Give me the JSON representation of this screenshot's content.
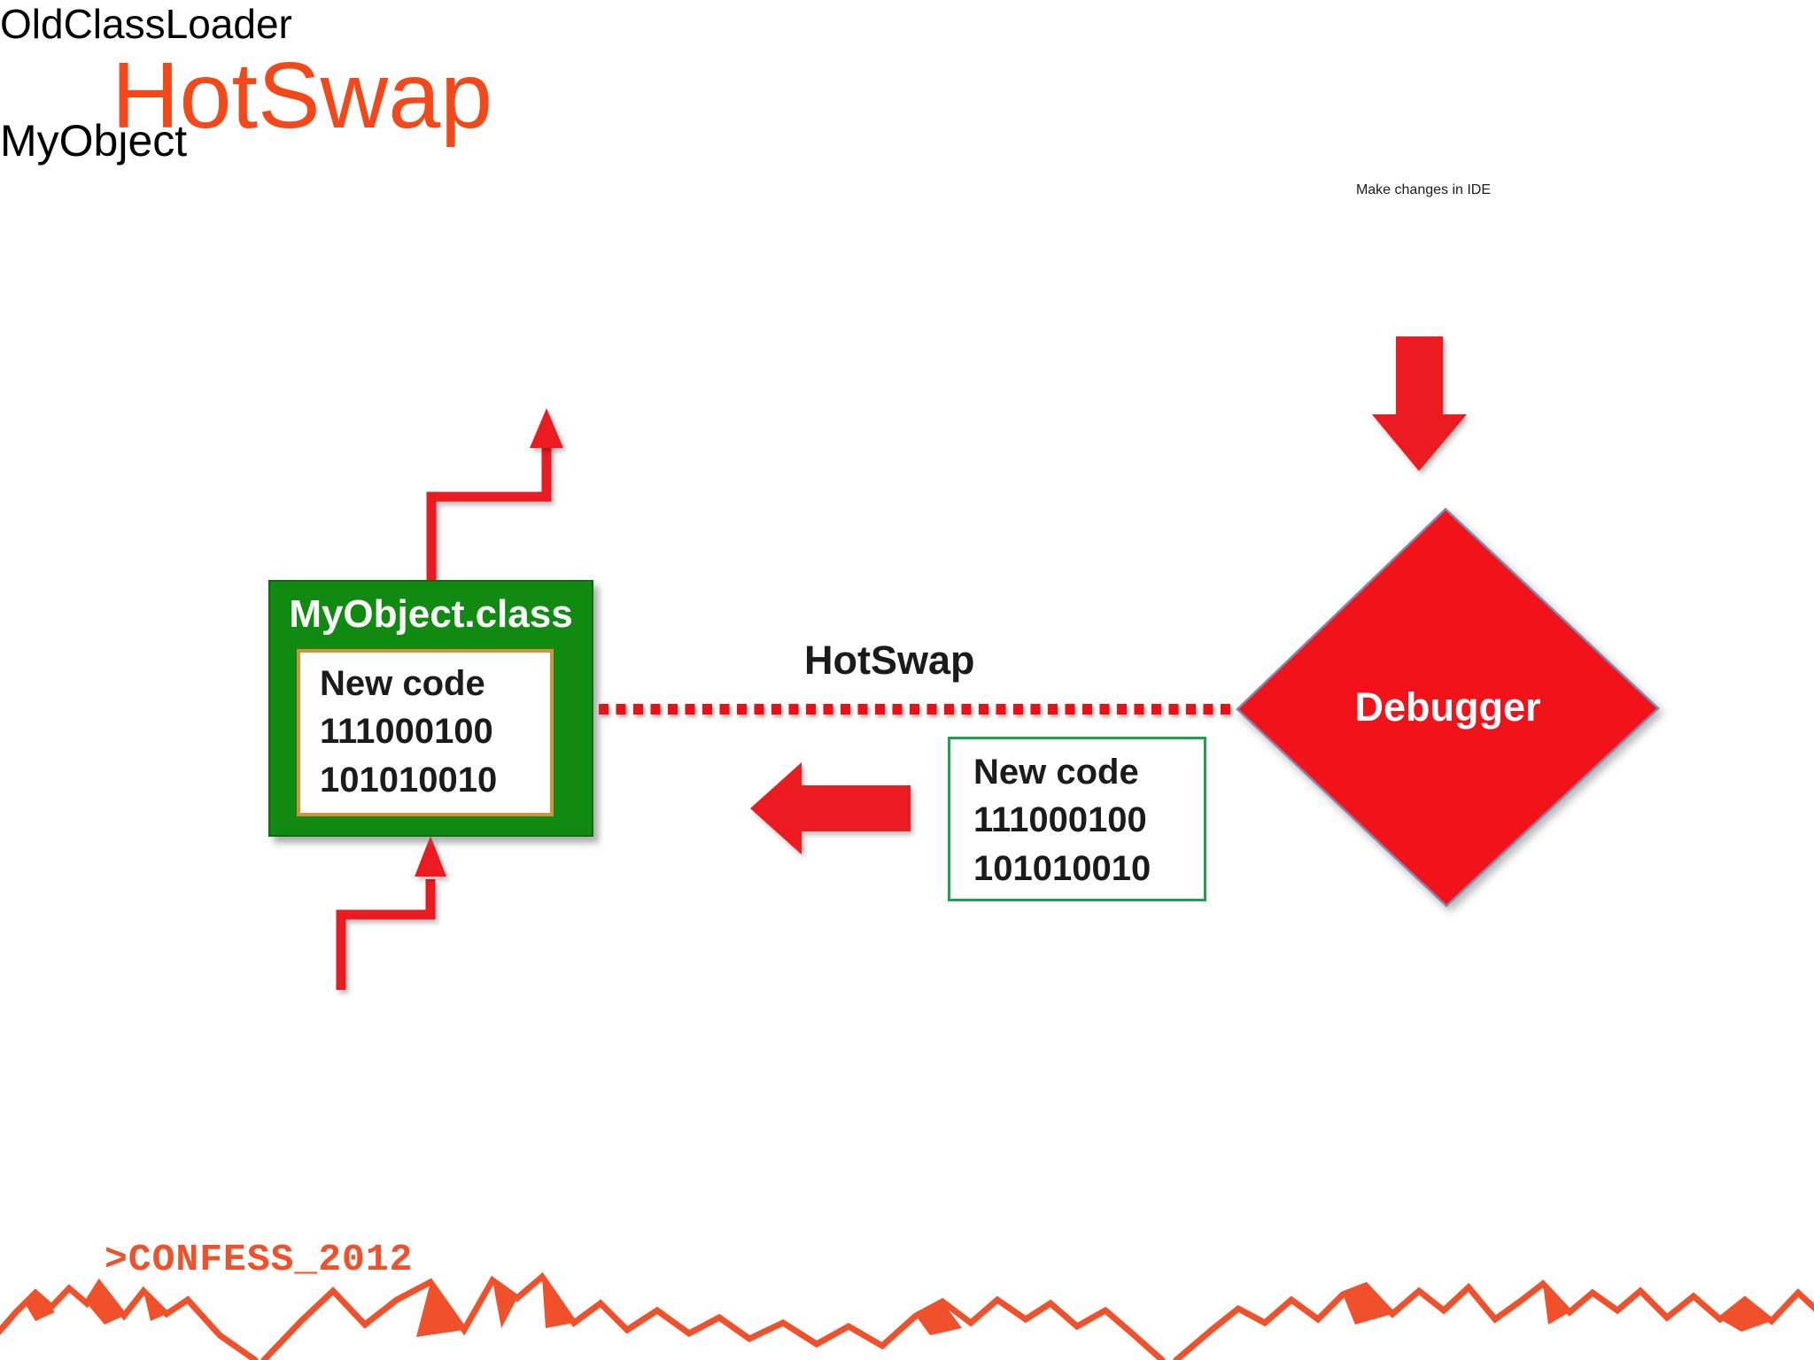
{
  "slide": {
    "title": "HotSwap",
    "colors": {
      "title-orange": "#f4481a",
      "box-green": "#118a12",
      "box-green-border": "#0a6e0b",
      "inner-border-tan": "#d2913c",
      "code-border-green": "#1ca24c",
      "arrow-red": "#ec1b21",
      "dash-red": "#ee0f14",
      "diamond-red": "#f2121a",
      "diamond-border": "#8585ad",
      "footer-orange": "#f0502a",
      "text-black": "#1b1b1b",
      "text-white": "#ffffff"
    }
  },
  "annotations": {
    "make_changes_label": "Make changes in IDE",
    "hotswap_label": "HotSwap"
  },
  "nodes": {
    "old_class_loader": {
      "label": "OldClassLoader"
    },
    "my_object_class": {
      "label": "MyObject.class",
      "code_lines": [
        "New code",
        "111000100",
        "101010010"
      ]
    },
    "my_object": {
      "label": "MyObject"
    },
    "debugger": {
      "label": "Debugger"
    },
    "new_code_box": {
      "code_lines": [
        "New code",
        "111000100",
        "101010010"
      ]
    }
  },
  "footer": {
    "conference": ">CONFESS_2012"
  }
}
